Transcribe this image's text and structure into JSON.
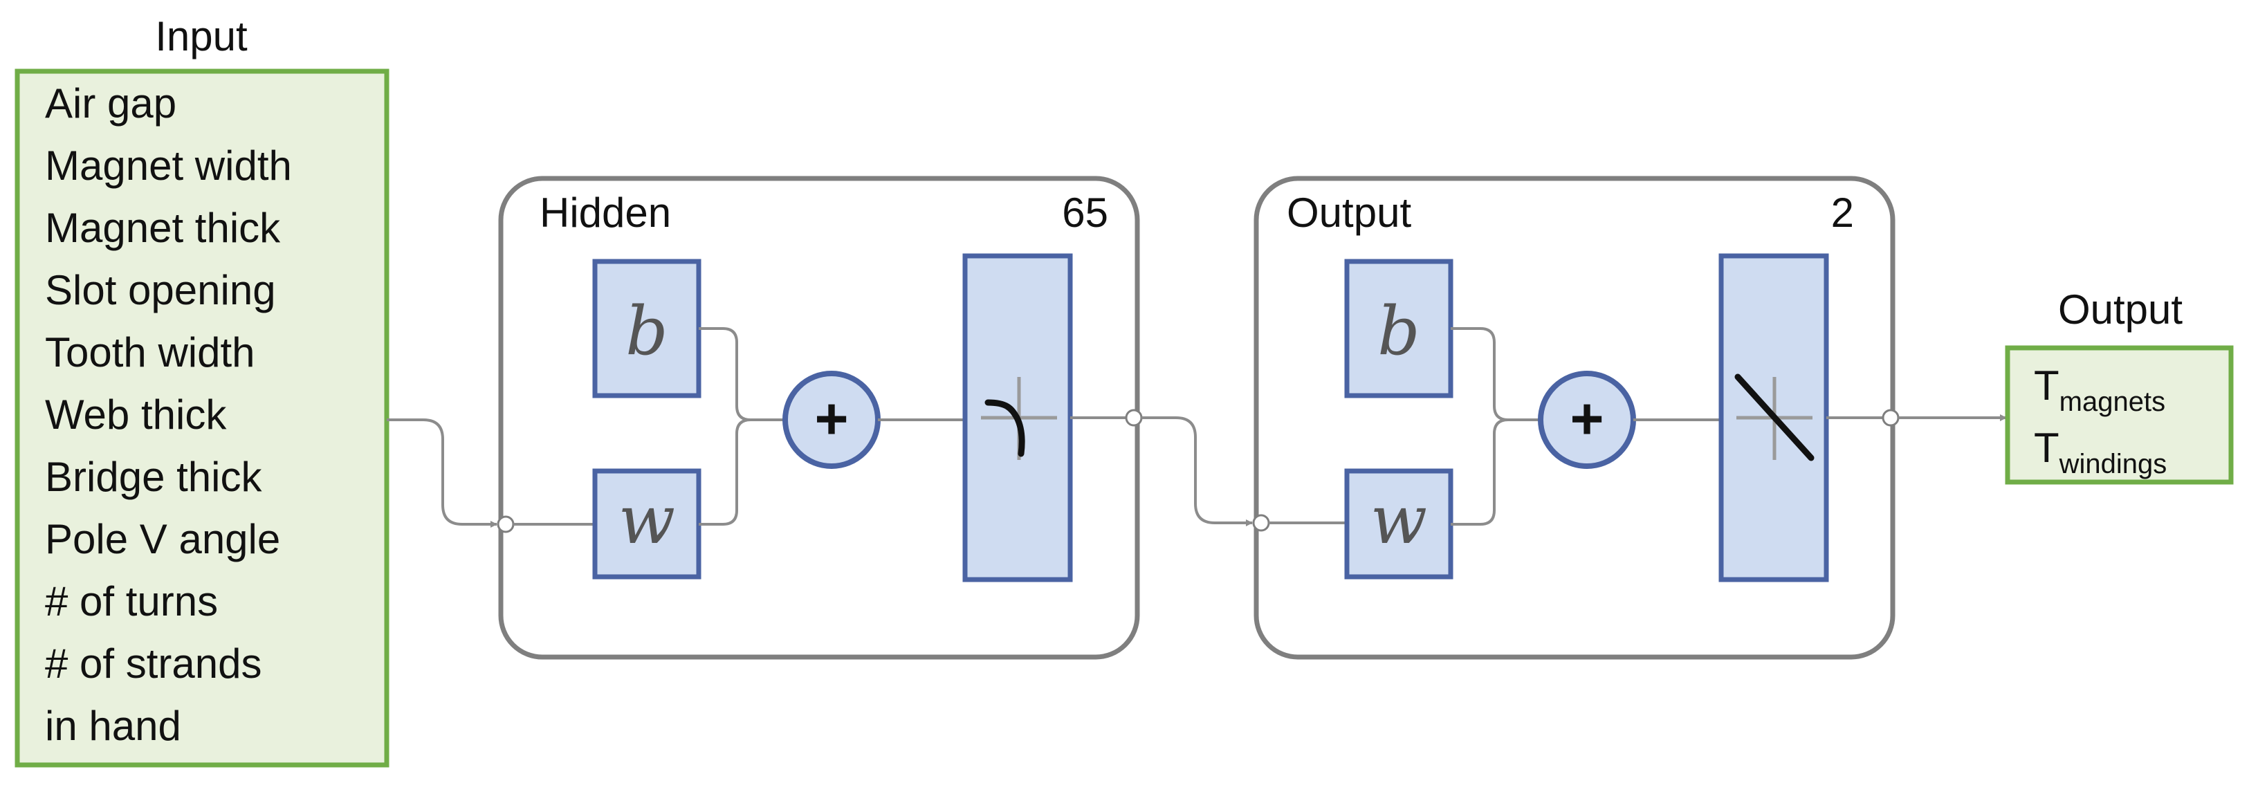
{
  "input": {
    "title": "Input",
    "items": [
      "Air gap",
      "Magnet width",
      "Magnet thick",
      "Slot opening",
      "Tooth width",
      "Web thick",
      "Bridge thick",
      "Pole V angle",
      "# of turns",
      "# of strands",
      "in hand"
    ]
  },
  "hidden_layer": {
    "label": "Hidden",
    "size": "65",
    "bias_symbol": "b",
    "weight_symbol": "w",
    "sum_symbol": "+",
    "activation_icon": "tansig-icon"
  },
  "output_layer": {
    "label": "Output",
    "size": "2",
    "bias_symbol": "b",
    "weight_symbol": "w",
    "sum_symbol": "+",
    "activation_icon": "purelin-icon"
  },
  "output": {
    "title": "Output",
    "items": [
      {
        "base": "T",
        "sub": "magnets"
      },
      {
        "base": "T",
        "sub": "windings"
      }
    ]
  },
  "colors": {
    "input_fill": "#e9f1dd",
    "input_border": "#70ad47",
    "block_fill": "#cfdcf1",
    "block_border": "#4a63a3",
    "layer_border": "#7f7f7f",
    "wire": "#8c8c8c",
    "text": "#111111"
  }
}
